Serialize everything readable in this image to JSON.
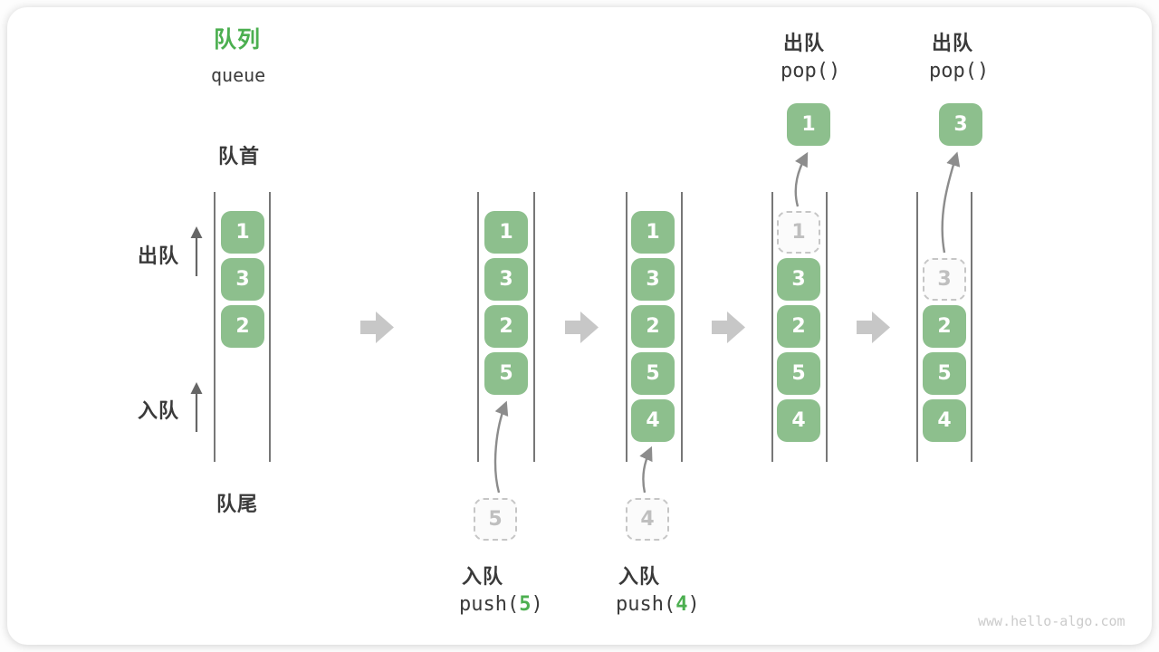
{
  "title": {
    "zh": "队列",
    "en": "queue"
  },
  "labels": {
    "front": "队首",
    "rear": "队尾",
    "dequeue_side": "出队",
    "enqueue_side": "入队"
  },
  "colors": {
    "accent_green": "#4caf50",
    "box_green": "#8dbf8d",
    "ghost_gray": "#c6c6c6",
    "arrow_gray": "#8c8c8c",
    "block_arrow_gray": "#c7c7c7",
    "text_dark": "#3a3a3a"
  },
  "states": [
    {
      "cells": [
        "1",
        "3",
        "2"
      ]
    },
    {
      "cells": [
        "1",
        "3",
        "2",
        "5"
      ],
      "incoming": "5"
    },
    {
      "cells": [
        "1",
        "3",
        "2",
        "5",
        "4"
      ],
      "incoming": "4"
    },
    {
      "cells": [
        "3",
        "2",
        "5",
        "4"
      ],
      "ghost": "1",
      "popped": "1"
    },
    {
      "cells": [
        "2",
        "5",
        "4"
      ],
      "ghost": "3",
      "popped": "3"
    }
  ],
  "ops": {
    "push5": {
      "label": "入队",
      "pre": "push(",
      "arg": "5",
      "post": ")"
    },
    "push4": {
      "label": "入队",
      "pre": "push(",
      "arg": "4",
      "post": ")"
    },
    "pop_a": {
      "label": "出队",
      "call": "pop()"
    },
    "pop_b": {
      "label": "出队",
      "call": "pop()"
    }
  },
  "watermark": "www.hello-algo.com"
}
